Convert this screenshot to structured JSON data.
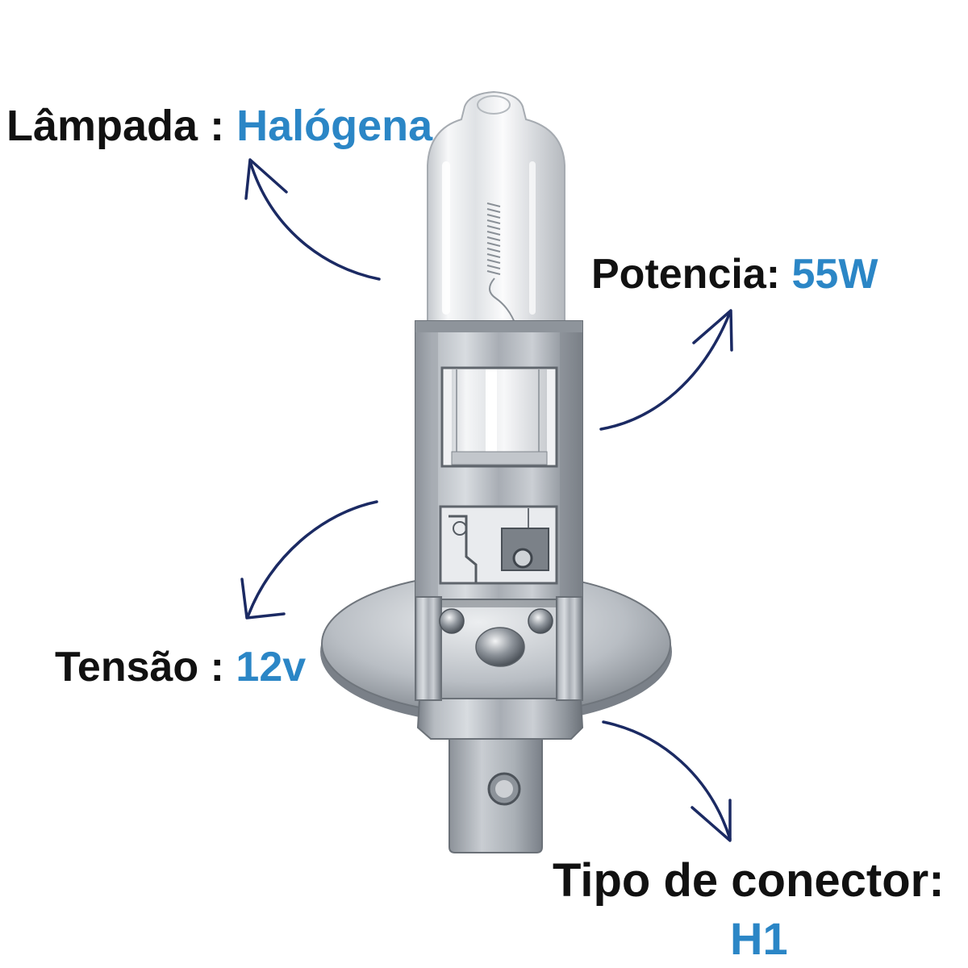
{
  "labels": {
    "lamp_type": {
      "label": "Lâmpada :",
      "value": "Halógena"
    },
    "power": {
      "label": "Potencia:",
      "value": "55W"
    },
    "voltage": {
      "label": "Tensão :",
      "value": "12v"
    },
    "connector": {
      "label": "Tipo de conector:",
      "value": "H1"
    }
  },
  "colors": {
    "background": "#ffffff",
    "label": "#111111",
    "value": "#2b86c6",
    "arrow": "#1b2a63"
  }
}
